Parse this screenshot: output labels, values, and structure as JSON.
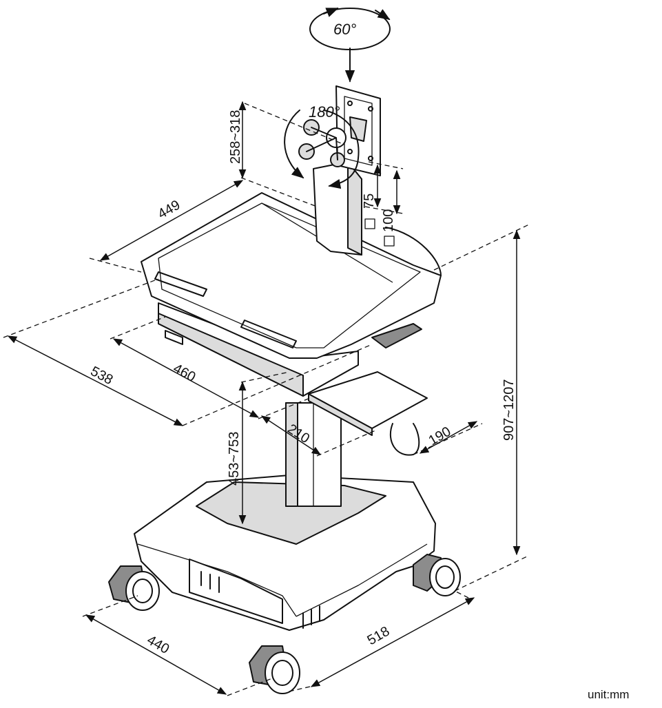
{
  "rotation": {
    "tilt_angle": "60°",
    "swivel_angle": "180°"
  },
  "dimensions": {
    "mount_height": "258~318",
    "vesa_75": "75",
    "vesa_100": "100",
    "top_width": "449",
    "overall_depth": "538",
    "tray_depth": "460",
    "base_height": "453~753",
    "column_offset": "210",
    "shelf_depth": "190",
    "overall_height": "907~1207",
    "base_width": "440",
    "base_depth": "518"
  },
  "unit_label": "unit:mm",
  "colors": {
    "line": "#111111",
    "shade": "#dcdcdc",
    "dark": "#8c8c8c"
  }
}
